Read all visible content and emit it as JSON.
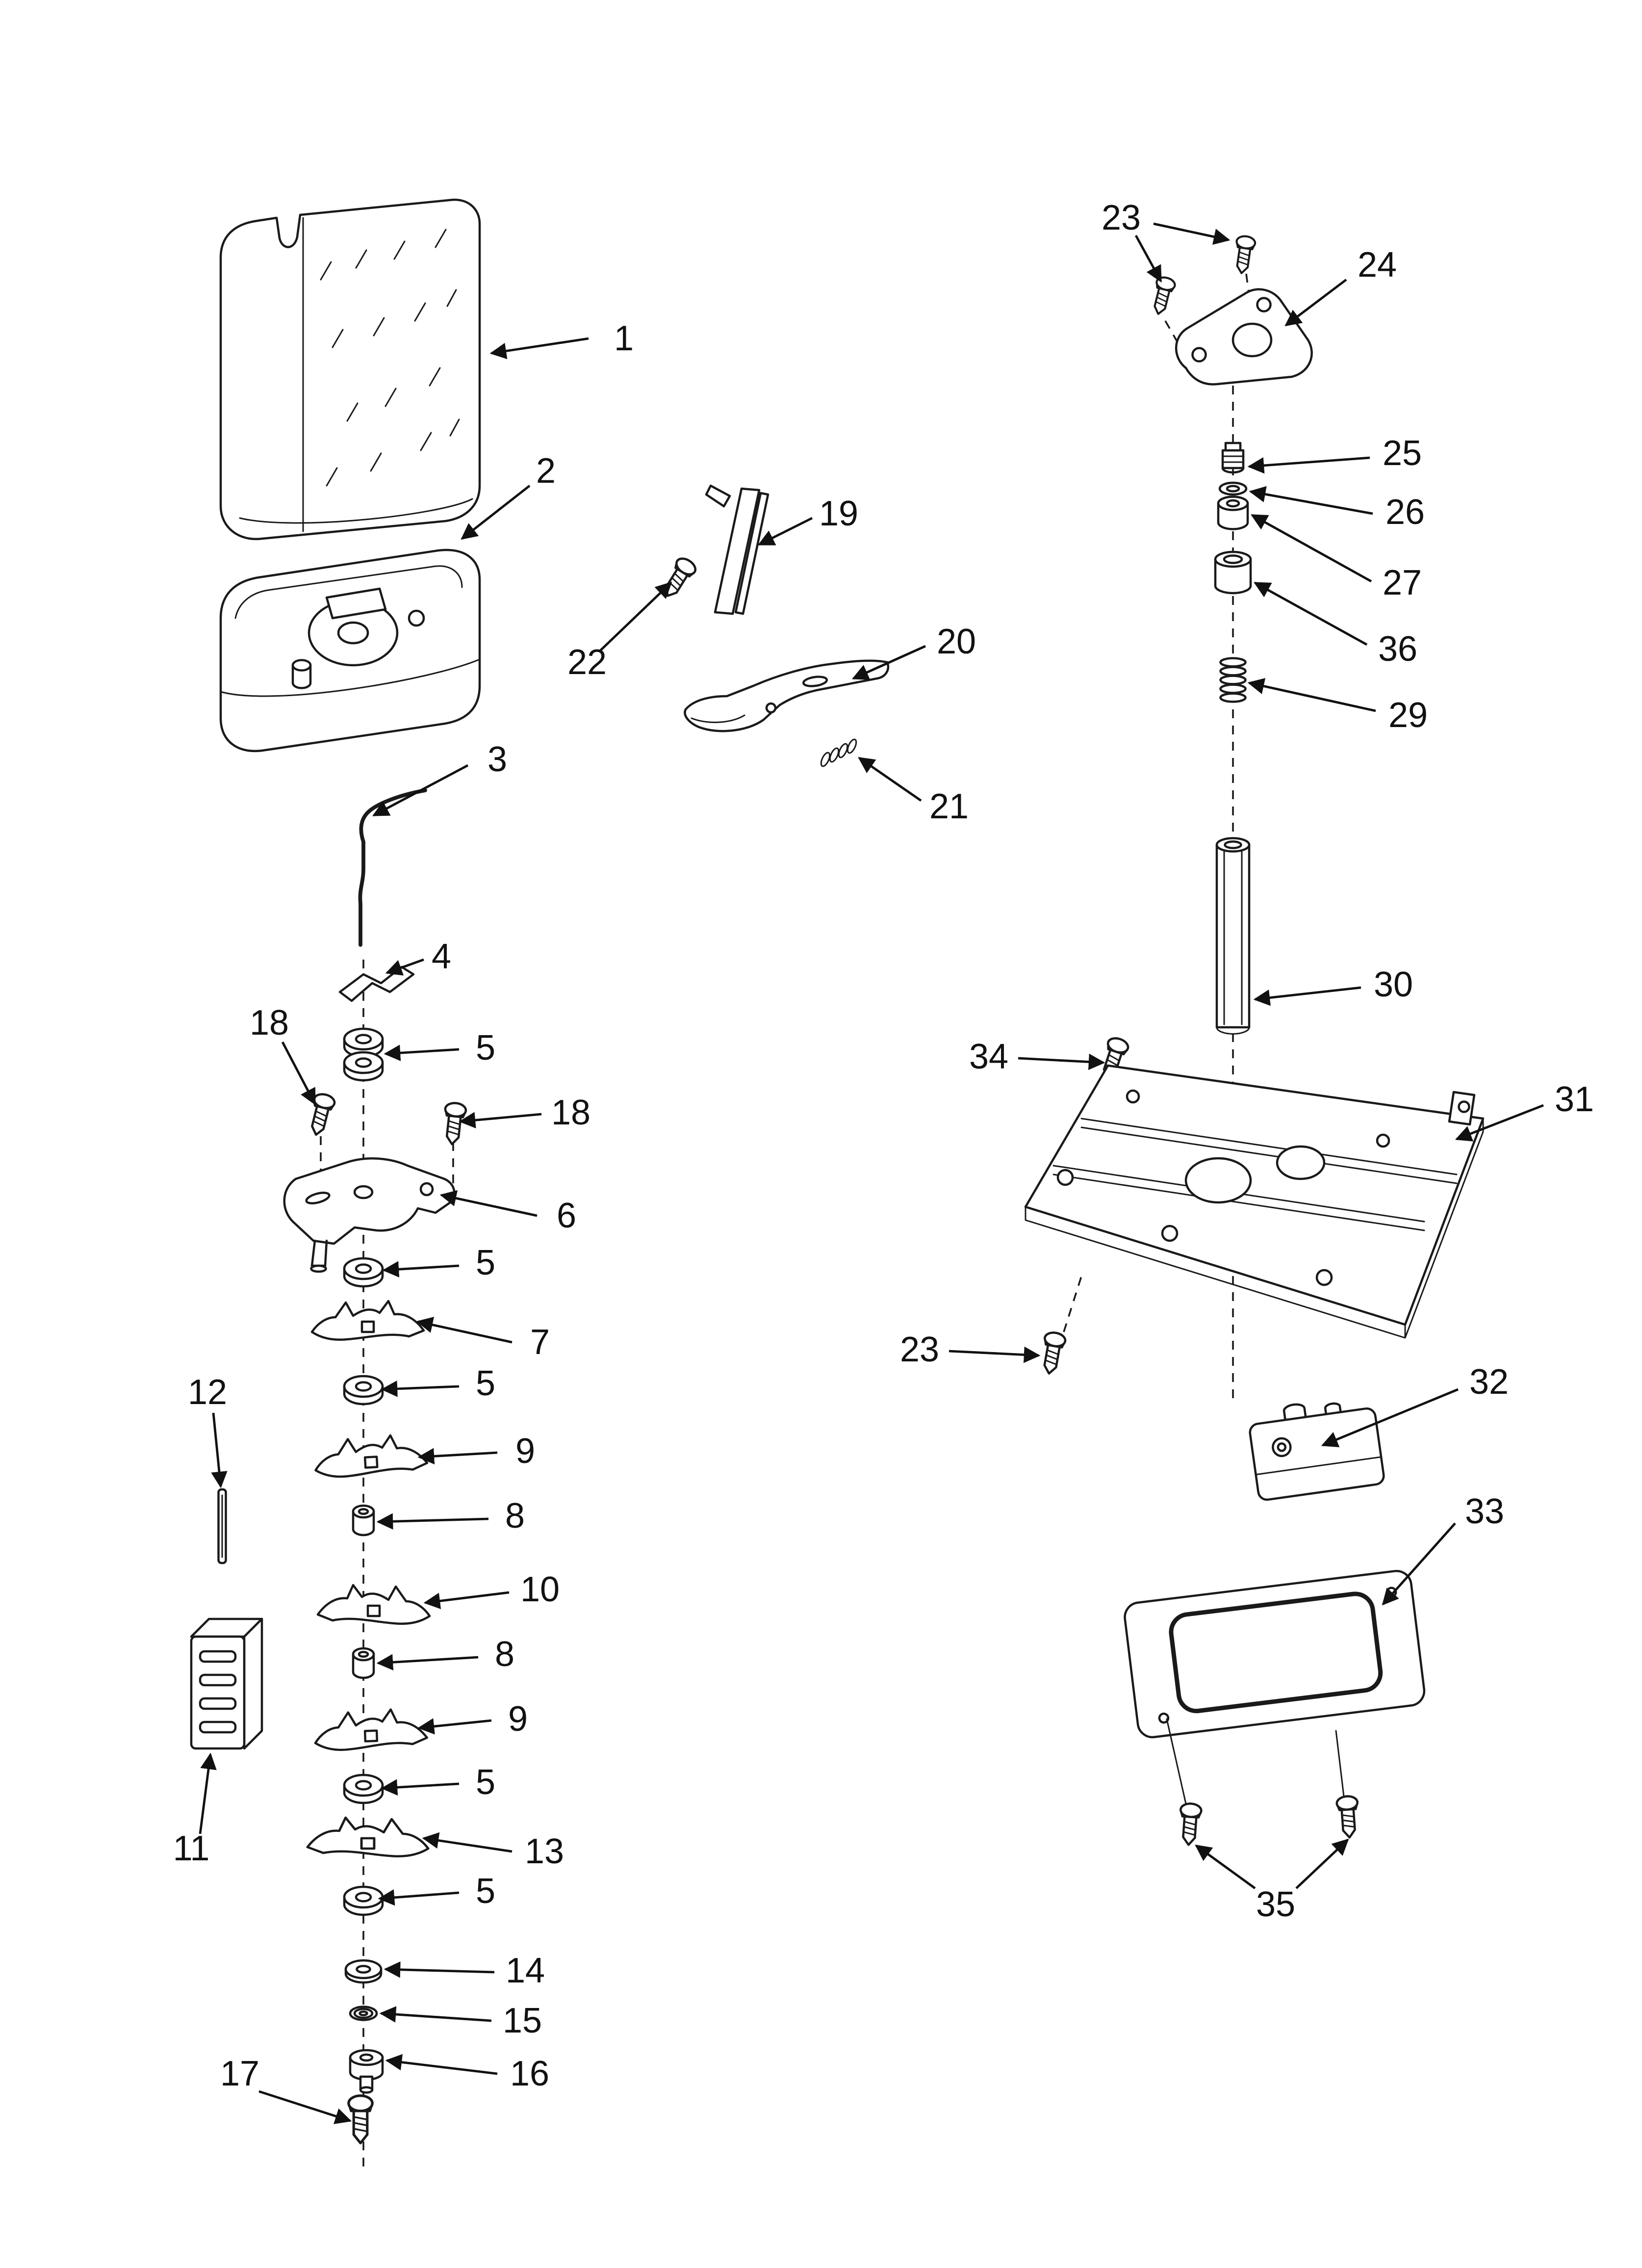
{
  "diagram": {
    "ink_color": "#1a1a1a",
    "background_color": "#ffffff",
    "callouts": [
      {
        "label": "1"
      },
      {
        "label": "2"
      },
      {
        "label": "3"
      },
      {
        "label": "4"
      },
      {
        "label": "18"
      },
      {
        "label": "5"
      },
      {
        "label": "18"
      },
      {
        "label": "6"
      },
      {
        "label": "5"
      },
      {
        "label": "7"
      },
      {
        "label": "5"
      },
      {
        "label": "12"
      },
      {
        "label": "9"
      },
      {
        "label": "8"
      },
      {
        "label": "10"
      },
      {
        "label": "8"
      },
      {
        "label": "9"
      },
      {
        "label": "5"
      },
      {
        "label": "13"
      },
      {
        "label": "11"
      },
      {
        "label": "5"
      },
      {
        "label": "14"
      },
      {
        "label": "15"
      },
      {
        "label": "16"
      },
      {
        "label": "17"
      },
      {
        "label": "19"
      },
      {
        "label": "22"
      },
      {
        "label": "20"
      },
      {
        "label": "21"
      },
      {
        "label": "23"
      },
      {
        "label": "24"
      },
      {
        "label": "25"
      },
      {
        "label": "26"
      },
      {
        "label": "27"
      },
      {
        "label": "36"
      },
      {
        "label": "29"
      },
      {
        "label": "30"
      },
      {
        "label": "34"
      },
      {
        "label": "31"
      },
      {
        "label": "23"
      },
      {
        "label": "32"
      },
      {
        "label": "33"
      },
      {
        "label": "35"
      }
    ]
  }
}
